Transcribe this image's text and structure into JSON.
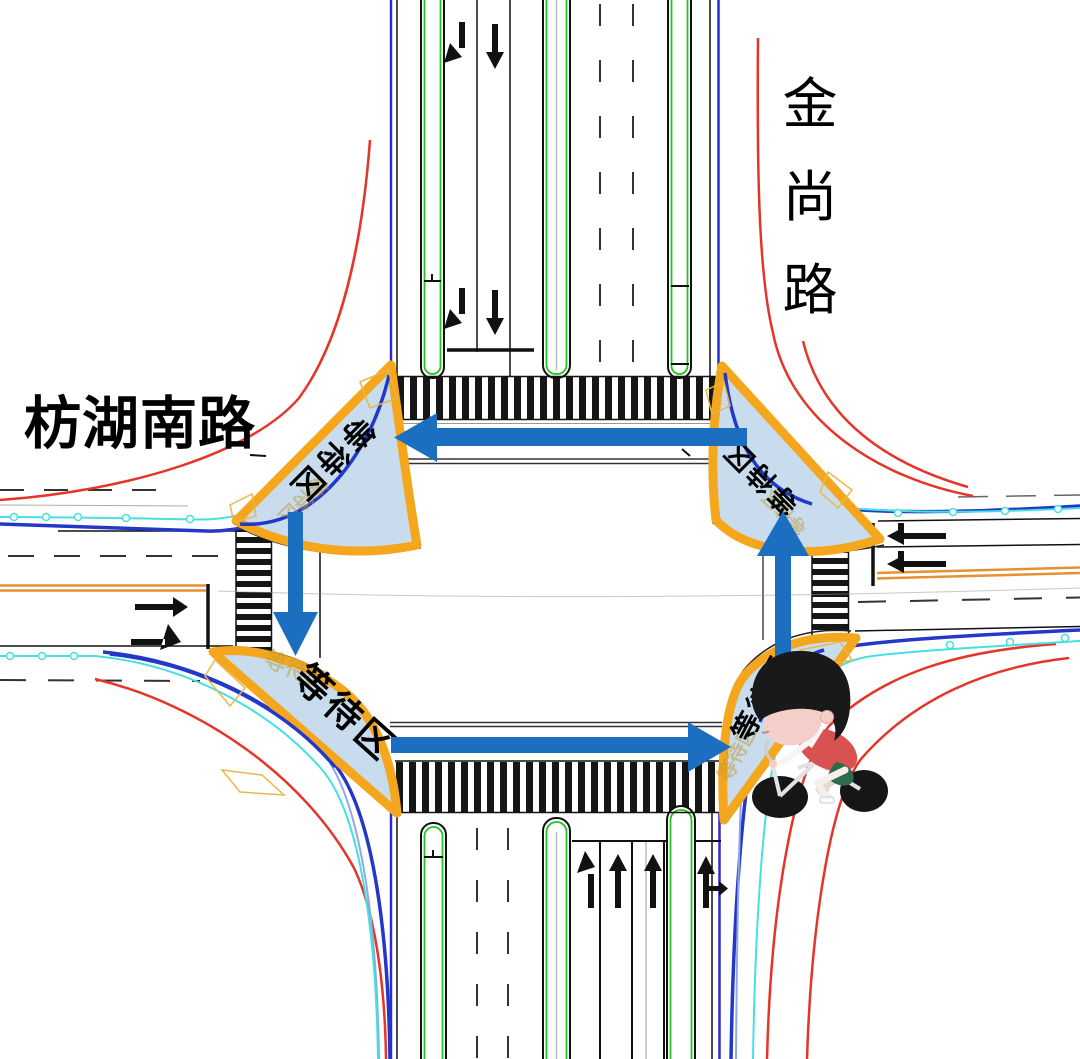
{
  "roads": {
    "west_road_label": "枋湖南路",
    "north_road_label": "金尚路"
  },
  "waiting_area": {
    "label": "等待区"
  },
  "route": {
    "direction": "counterclockwise",
    "arrow_color": "#1C6FC0",
    "arrows": [
      "north-crosswalk-westbound",
      "west-crosswalk-southbound",
      "south-crosswalk-eastbound",
      "east-crosswalk-northbound"
    ]
  },
  "colors": {
    "waiting_area_fill": "#C8DCEE",
    "waiting_area_border": "#F4A71D",
    "curb_red": "#E53528",
    "road_edge_blue": "#2B2BD0",
    "median_green": "#1DC51D",
    "guide_cyan": "#45E0E0",
    "median_orange": "#E59034",
    "curb_navy": "#2438C8"
  },
  "icons": {
    "cyclist": "cartoon-cyclist"
  }
}
